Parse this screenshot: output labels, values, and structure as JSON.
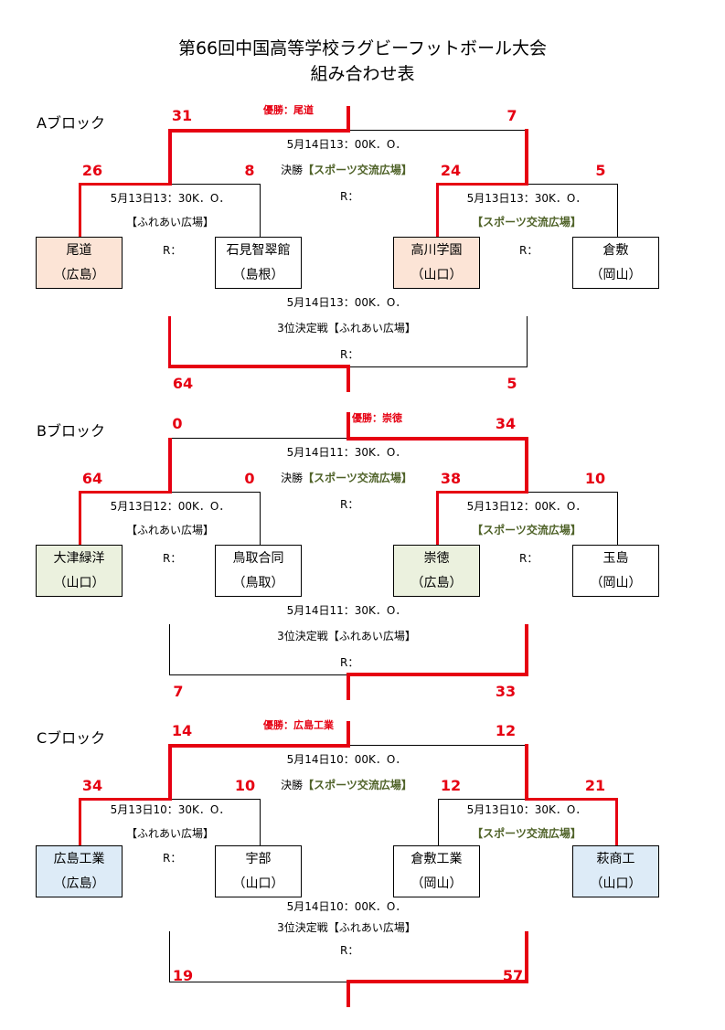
{
  "title_line1": "第66回中国高等学校ラグビーフットボール大会",
  "title_line2": "組み合わせ表",
  "colors": {
    "accent_red": "#e60012",
    "venue_green": "#4f6228",
    "win_orange": "#fce4d6",
    "win_green": "#ebf1de",
    "win_blue": "#ddebf7"
  },
  "blocks": [
    {
      "label": "Aブロック",
      "champion": "優勝：尾道",
      "final": {
        "time": "5月14日13：00K．O．",
        "round": "決勝",
        "venue": "【スポーツ交流広場】",
        "ref": "R：",
        "score_left": "31",
        "score_right": "7"
      },
      "semi_left": {
        "time": "5月13日13：30K．O．",
        "venue": "【ふれあい広場】",
        "ref": "R：",
        "score_left": "26",
        "score_right": "8"
      },
      "semi_right": {
        "time": "5月13日13：30K．O．",
        "venue": "【スポーツ交流広場】",
        "ref": "R：",
        "score_left": "24",
        "score_right": "5"
      },
      "teams": [
        {
          "name": "尾道",
          "pref": "（広島）"
        },
        {
          "name": "石見智翠館",
          "pref": "（島根）"
        },
        {
          "name": "高川学園",
          "pref": "（山口）"
        },
        {
          "name": "倉敷",
          "pref": "（岡山）"
        }
      ],
      "third": {
        "time": "5月14日13：00K．O．",
        "round": "3位決定戦",
        "venue": "【ふれあい広場】",
        "ref": "R：",
        "score_left": "64",
        "score_right": "5"
      }
    },
    {
      "label": "Bブロック",
      "champion": "優勝：崇徳",
      "final": {
        "time": "5月14日11：30K．O．",
        "round": "決勝",
        "venue": "【スポーツ交流広場】",
        "ref": "R：",
        "score_left": "0",
        "score_right": "34"
      },
      "semi_left": {
        "time": "5月13日12：00K．O．",
        "venue": "【ふれあい広場】",
        "ref": "R：",
        "score_left": "64",
        "score_right": "0"
      },
      "semi_right": {
        "time": "5月13日12：00K．O．",
        "venue": "【スポーツ交流広場】",
        "ref": "R：",
        "score_left": "38",
        "score_right": "10"
      },
      "teams": [
        {
          "name": "大津緑洋",
          "pref": "（山口）"
        },
        {
          "name": "鳥取合同",
          "pref": "（鳥取）"
        },
        {
          "name": "崇徳",
          "pref": "（広島）"
        },
        {
          "name": "玉島",
          "pref": "（岡山）"
        }
      ],
      "third": {
        "time": "5月14日11：30K．O．",
        "round": "3位決定戦",
        "venue": "【ふれあい広場】",
        "ref": "R：",
        "score_left": "7",
        "score_right": "33"
      }
    },
    {
      "label": "Cブロック",
      "champion": "優勝：広島工業",
      "final": {
        "time": "5月14日10：00K．O．",
        "round": "決勝",
        "venue": "【スポーツ交流広場】",
        "ref": "R：",
        "score_left": "14",
        "score_right": "12"
      },
      "semi_left": {
        "time": "5月13日10：30K．O．",
        "venue": "【ふれあい広場】",
        "ref": "R：",
        "score_left": "34",
        "score_right": "10"
      },
      "semi_right": {
        "time": "5月13日10：30K．O．",
        "venue": "【スポーツ交流広場】",
        "ref": "R：",
        "score_left": "12",
        "score_right": "21"
      },
      "teams": [
        {
          "name": "広島工業",
          "pref": "（広島）"
        },
        {
          "name": "宇部",
          "pref": "（山口）"
        },
        {
          "name": "倉敷工業",
          "pref": "（岡山）"
        },
        {
          "name": "萩商工",
          "pref": "（山口）"
        }
      ],
      "third": {
        "time": "5月14日10：00K．O．",
        "round": "3位決定戦",
        "venue": "【ふれあい広場】",
        "ref": "R：",
        "score_left": "19",
        "score_right": "57"
      }
    }
  ]
}
